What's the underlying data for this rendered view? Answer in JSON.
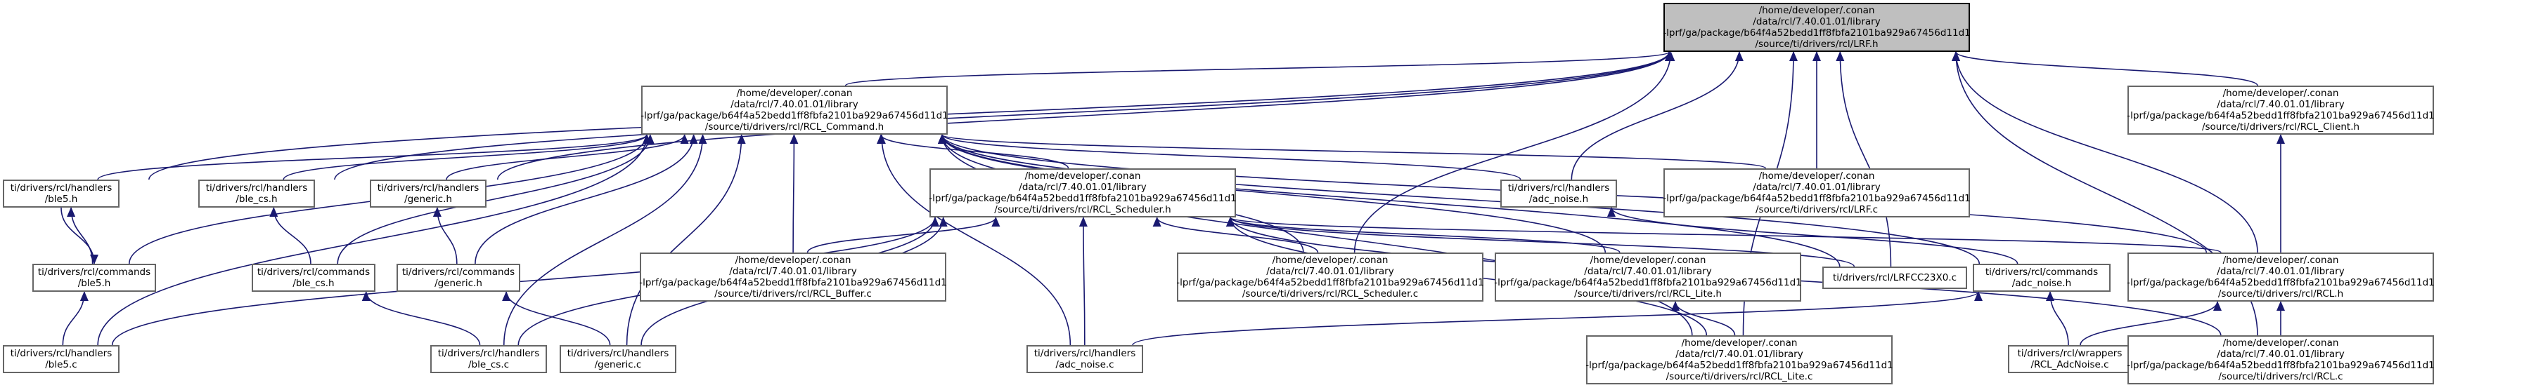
{
  "colors": {
    "edge": "#191970",
    "node_border": "#666666",
    "root_fill": "#bfbfbf",
    "root_border": "#000000"
  },
  "nodes": {
    "rf_h": "/home/developer/.conan\n/data/rcl/7.40.01.01/library\n-lprf/ga/package/b64f4a52bedd1ff8fbfa2101ba929a67456d11d1\n/source/ti/drivers/rcl/LRF.h",
    "rcl_command_h": "/home/developer/.conan\n/data/rcl/7.40.01.01/library\n-lprf/ga/package/b64f4a52bedd1ff8fbfa2101ba929a67456d11d1\n/source/ti/drivers/rcl/RCL_Command.h",
    "rcl_client_h": "/home/developer/.conan\n/data/rcl/7.40.01.01/library\n-lprf/ga/package/b64f4a52bedd1ff8fbfa2101ba929a67456d11d1\n/source/ti/drivers/rcl/RCL_Client.h",
    "ble5_h": "ti/drivers/rcl/handlers\n/ble5.h",
    "ble_cs_h": "ti/drivers/rcl/handlers\n/ble_cs.h",
    "generic_h": "ti/drivers/rcl/handlers\n/generic.h",
    "rcl_scheduler_h": "/home/developer/.conan\n/data/rcl/7.40.01.01/library\n-lprf/ga/package/b64f4a52bedd1ff8fbfa2101ba929a67456d11d1\n/source/ti/drivers/rcl/RCL_Scheduler.h",
    "adc_noise_h": "ti/drivers/rcl/handlers\n/adc_noise.h",
    "lrf_c": "/home/developer/.conan\n/data/rcl/7.40.01.01/library\n-lprf/ga/package/b64f4a52bedd1ff8fbfa2101ba929a67456d11d1\n/source/ti/drivers/rcl/LRF.c",
    "cmd_ble5_h": "ti/drivers/rcl/commands\n/ble5.h",
    "cmd_ble_cs_h": "ti/drivers/rcl/commands\n/ble_cs.h",
    "cmd_generic_h": "ti/drivers/rcl/commands\n/generic.h",
    "rcl_buffer_c": "/home/developer/.conan\n/data/rcl/7.40.01.01/library\n-lprf/ga/package/b64f4a52bedd1ff8fbfa2101ba929a67456d11d1\n/source/ti/drivers/rcl/RCL_Buffer.c",
    "rcl_scheduler_c": "/home/developer/.conan\n/data/rcl/7.40.01.01/library\n-lprf/ga/package/b64f4a52bedd1ff8fbfa2101ba929a67456d11d1\n/source/ti/drivers/rcl/RCL_Scheduler.c",
    "rcl_lite_h": "/home/developer/.conan\n/data/rcl/7.40.01.01/library\n-lprf/ga/package/b64f4a52bedd1ff8fbfa2101ba929a67456d11d1\n/source/ti/drivers/rcl/RCL_Lite.h",
    "lrfcc23x0_c": "ti/drivers/rcl/LRFCC23X0.c",
    "cmd_adc_noise_h": "ti/drivers/rcl/commands\n/adc_noise.h",
    "rcl_h": "/home/developer/.conan\n/data/rcl/7.40.01.01/library\n-lprf/ga/package/b64f4a52bedd1ff8fbfa2101ba929a67456d11d1\n/source/ti/drivers/rcl/RCL.h",
    "ble5_c": "ti/drivers/rcl/handlers\n/ble5.c",
    "ble_cs_c": "ti/drivers/rcl/handlers\n/ble_cs.c",
    "generic_c": "ti/drivers/rcl/handlers\n/generic.c",
    "adc_noise_c": "ti/drivers/rcl/handlers\n/adc_noise.c",
    "rcl_lite_c": "/home/developer/.conan\n/data/rcl/7.40.01.01/library\n-lprf/ga/package/b64f4a52bedd1ff8fbfa2101ba929a67456d11d1\n/source/ti/drivers/rcl/RCL_Lite.c",
    "rcl_adcnoise_c": "ti/drivers/rcl/wrappers\n/RCL_AdcNoise.c",
    "rcl_c": "/home/developer/.conan\n/data/rcl/7.40.01.01/library\n-lprf/ga/package/b64f4a52bedd1ff8fbfa2101ba929a67456d11d1\n/source/ti/drivers/rcl/RCL.c"
  }
}
